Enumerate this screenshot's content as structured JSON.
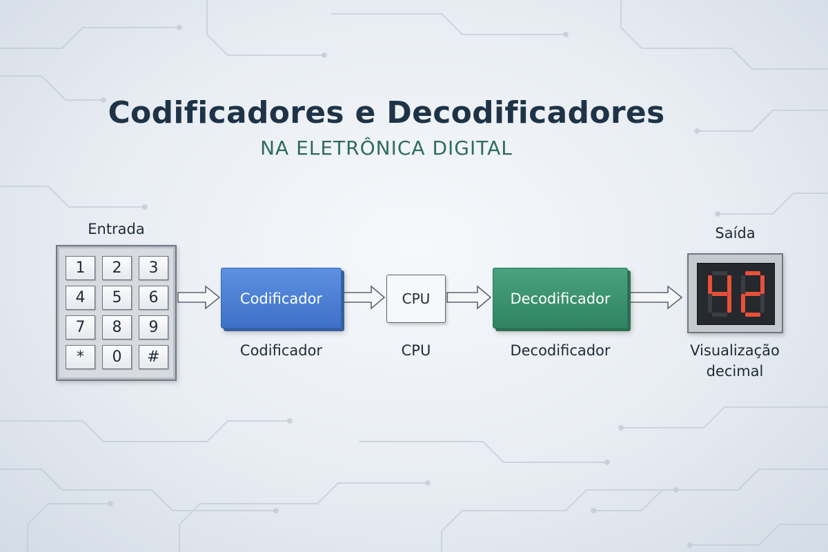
{
  "title": "Codificadores e Decodificadores",
  "subtitle": "NA ELETRÔNICA DIGITAL",
  "input": {
    "label": "Entrada",
    "keys": [
      "1",
      "2",
      "3",
      "4",
      "5",
      "6",
      "7",
      "8",
      "9",
      "*",
      "0",
      "#"
    ]
  },
  "encoder": {
    "box_text": "Codificador",
    "caption": "Codificador",
    "color": "#4a7fd4"
  },
  "cpu": {
    "box_text": "CPU",
    "caption": "CPU"
  },
  "decoder": {
    "box_text": "Decodificador",
    "caption": "Decodificador",
    "color": "#3a9170"
  },
  "output": {
    "label": "Saída",
    "display_value": "42",
    "segment_color": "#e8503a",
    "caption_line1": "Visualização",
    "caption_line2": "decimal"
  }
}
